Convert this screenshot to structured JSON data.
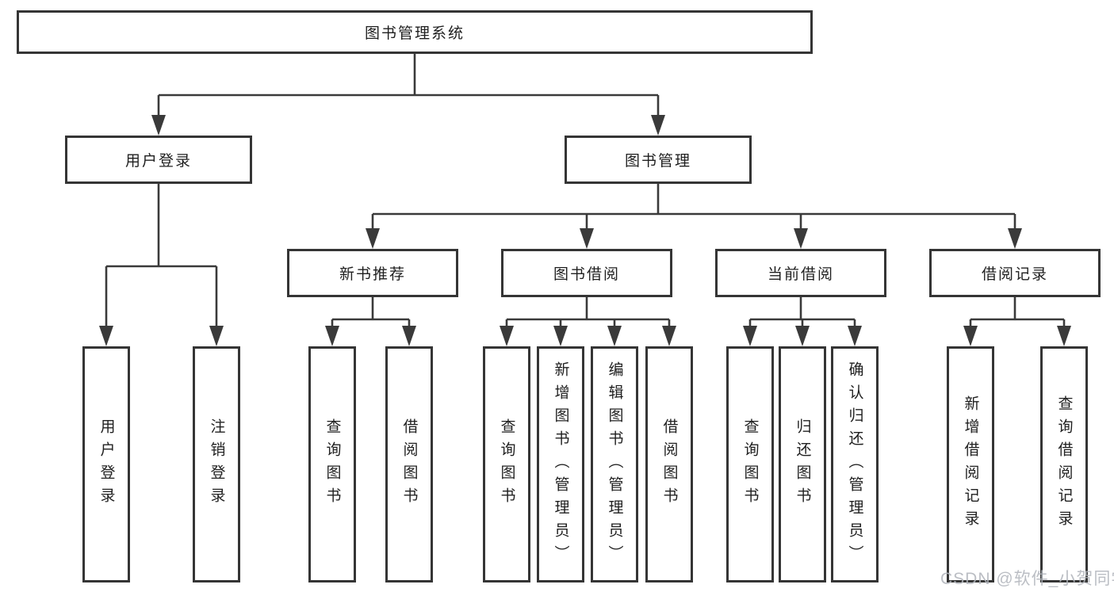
{
  "colors": {
    "background": "#ffffff",
    "box_border": "#353535",
    "line": "#3a3a3a",
    "text": "#1f1f1f",
    "watermark": "#b2b6bd"
  },
  "watermark": {
    "text": "CSDN @软件_小贺同学"
  },
  "tree": {
    "label": "图书管理系统",
    "children": [
      {
        "label": "用户登录",
        "children": [
          {
            "label": "用户登录"
          },
          {
            "label": "注销登录"
          }
        ]
      },
      {
        "label": "图书管理",
        "children": [
          {
            "label": "新书推荐",
            "children": [
              {
                "label": "查询图书"
              },
              {
                "label": "借阅图书"
              }
            ]
          },
          {
            "label": "图书借阅",
            "children": [
              {
                "label": "查询图书"
              },
              {
                "label": "新增图书（管理员）"
              },
              {
                "label": "编辑图书（管理员）"
              },
              {
                "label": "借阅图书"
              }
            ]
          },
          {
            "label": "当前借阅",
            "children": [
              {
                "label": "查询图书"
              },
              {
                "label": "归还图书"
              },
              {
                "label": "确认归还（管理员）"
              }
            ]
          },
          {
            "label": "借阅记录",
            "children": [
              {
                "label": "新增借阅记录"
              },
              {
                "label": "查询借阅记录"
              }
            ]
          }
        ]
      }
    ]
  }
}
